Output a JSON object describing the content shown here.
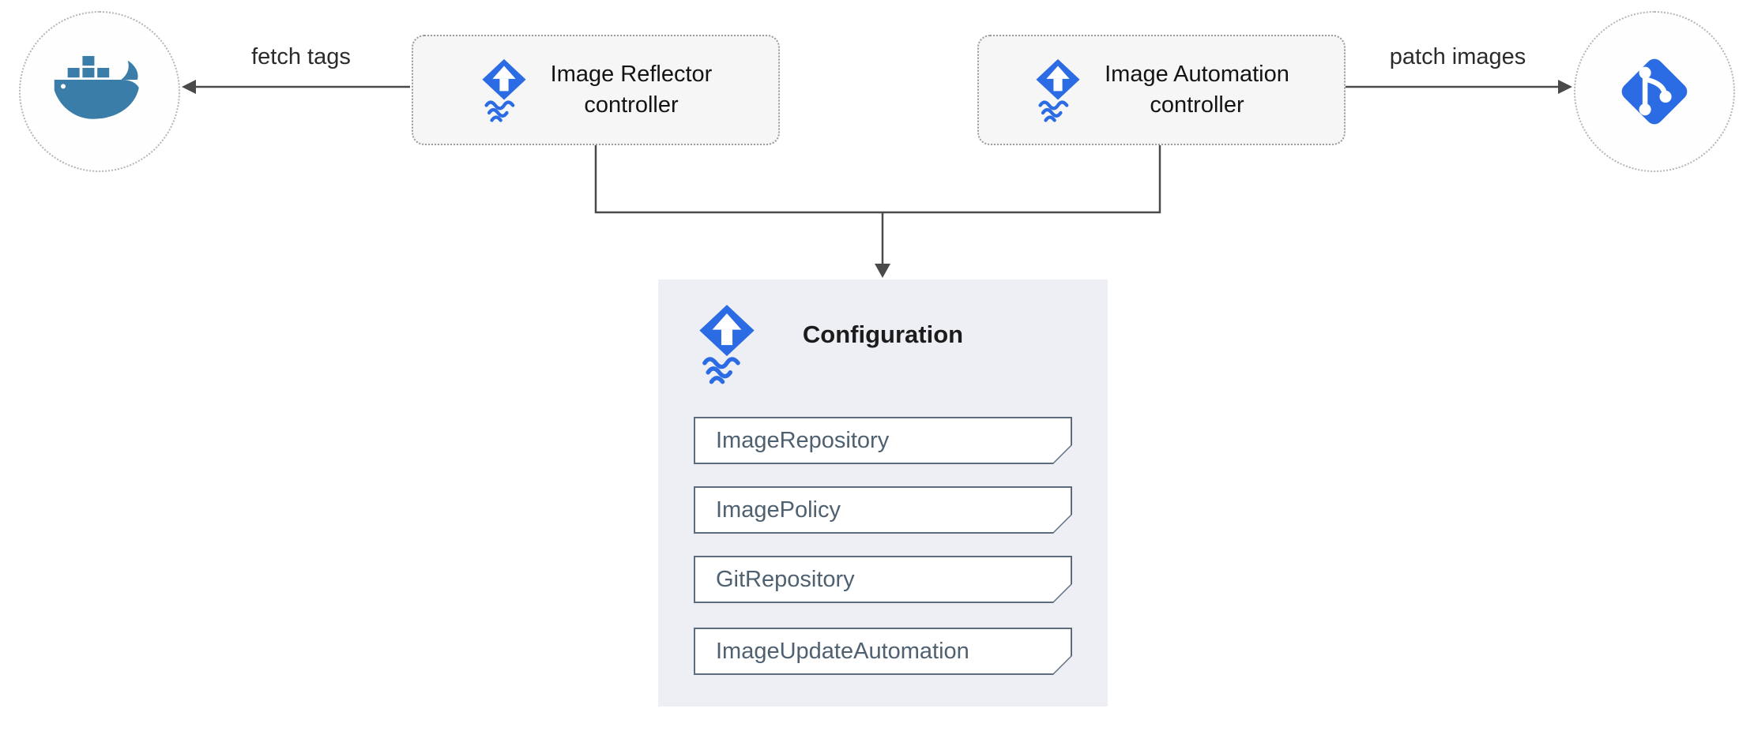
{
  "colors": {
    "flux_blue": "#2b6be4",
    "docker_blue": "#3a7da9",
    "panel_bg": "#edeff4",
    "item_border": "#5c6c7c",
    "item_text": "#4f6170",
    "line": "#4a4a4a"
  },
  "edges": {
    "fetch_tags": "fetch tags",
    "patch_images": "patch images"
  },
  "nodes": {
    "reflector": {
      "label": "Image Reflector\ncontroller"
    },
    "automation": {
      "label": "Image Automation\ncontroller"
    }
  },
  "configuration": {
    "title": "Configuration",
    "items": [
      {
        "label": "ImageRepository"
      },
      {
        "label": "ImagePolicy"
      },
      {
        "label": "GitRepository"
      },
      {
        "label": "ImageUpdateAutomation"
      }
    ]
  },
  "icons": {
    "docker": "docker-whale-icon",
    "flux": "flux-icon",
    "git": "git-icon"
  }
}
